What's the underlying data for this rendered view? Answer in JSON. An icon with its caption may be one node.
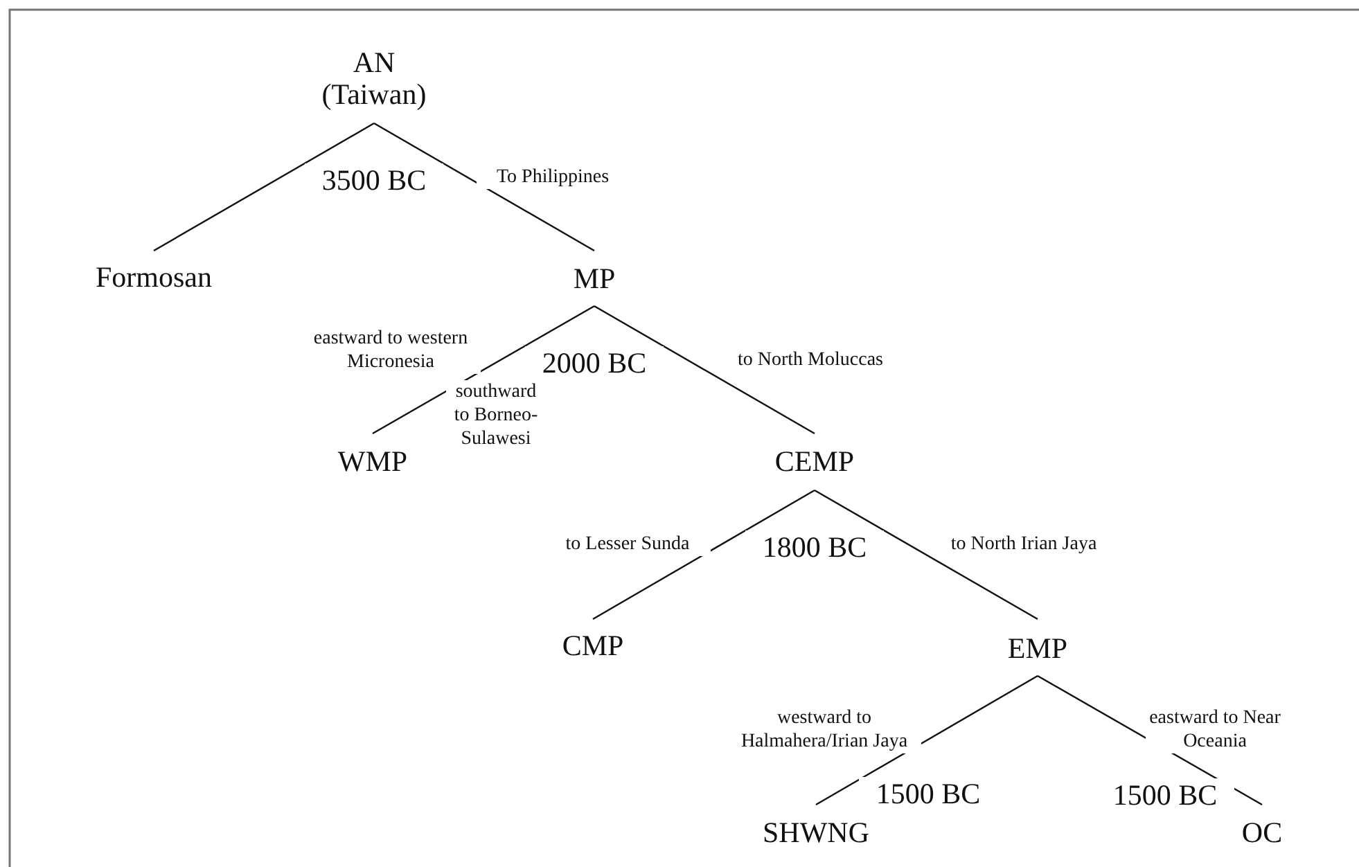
{
  "diagram": {
    "nodes": [
      {
        "text": [
          "AN (Taiwan)"
        ]
      },
      {
        "text": [
          "Formosan"
        ]
      },
      {
        "text": [
          "MP"
        ]
      },
      {
        "text": [
          "WMP"
        ]
      },
      {
        "text": [
          "CEMP"
        ]
      },
      {
        "text": [
          "CMP"
        ]
      },
      {
        "text": [
          "EMP"
        ]
      },
      {
        "text": [
          "SHWNG"
        ]
      },
      {
        "text": [
          "OC"
        ]
      }
    ],
    "edges": [
      {
        "from": 0,
        "to": 2,
        "arrow": "none",
        "label": "To Philippines"
      },
      {
        "from": 0,
        "to": 1,
        "arrow": "none"
      },
      {
        "from": 2,
        "to": 3,
        "arrow": "none",
        "label": "eastward to western Micronesia"
      },
      {
        "from": 2,
        "to": 4,
        "arrow": "none",
        "label": "to North Moluccas"
      },
      {
        "from": 4,
        "to": 5,
        "arrow": "none",
        "label": "to Lesser Sunda"
      },
      {
        "from": 4,
        "to": 6,
        "arrow": "none",
        "label": "to North Irian Jaya"
      },
      {
        "from": 6,
        "to": 7,
        "arrow": "none",
        "label": "westward to Halmahera/Irian Jaya"
      },
      {
        "from": 6,
        "to": 8,
        "arrow": "none",
        "label": "eastward to Near Oceania"
      }
    ],
    "labels": [
      "3500 BC",
      "2000 BC",
      "southward to Borneo-Sulawesi",
      "1800 BC",
      "1500 BC",
      "1500 BC"
    ]
  }
}
